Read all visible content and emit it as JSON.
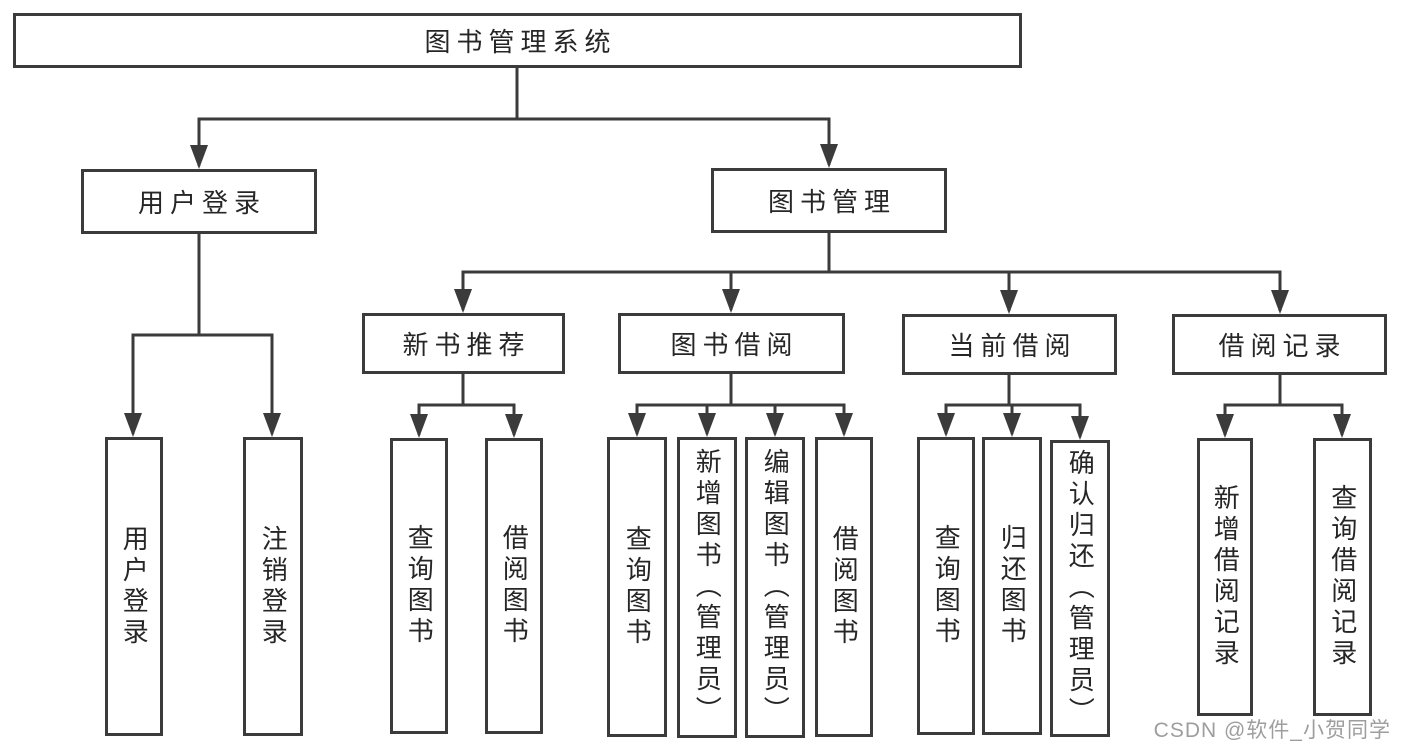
{
  "diagram": {
    "title": "图书管理系统",
    "children": [
      {
        "label": "用户登录",
        "children": [
          {
            "label": "用户登录"
          },
          {
            "label": "注销登录"
          }
        ]
      },
      {
        "label": "图书管理",
        "children": [
          {
            "label": "新书推荐",
            "children": [
              {
                "label": "查询图书"
              },
              {
                "label": "借阅图书"
              }
            ]
          },
          {
            "label": "图书借阅",
            "children": [
              {
                "label": "查询图书"
              },
              {
                "label": "新增图书（管理员）"
              },
              {
                "label": "编辑图书（管理员）"
              },
              {
                "label": "借阅图书"
              }
            ]
          },
          {
            "label": "当前借阅",
            "children": [
              {
                "label": "查询图书"
              },
              {
                "label": "归还图书"
              },
              {
                "label": "确认归还（管理员）"
              }
            ]
          },
          {
            "label": "借阅记录",
            "children": [
              {
                "label": "新增借阅记录"
              },
              {
                "label": "查询借阅记录"
              }
            ]
          }
        ]
      }
    ]
  },
  "watermark": {
    "text": "CSDN @软件_小贺同学"
  },
  "colors": {
    "line": "#3b3b3b",
    "text": "#262626",
    "watermark": "#9e9e9e",
    "background": "#ffffff"
  }
}
